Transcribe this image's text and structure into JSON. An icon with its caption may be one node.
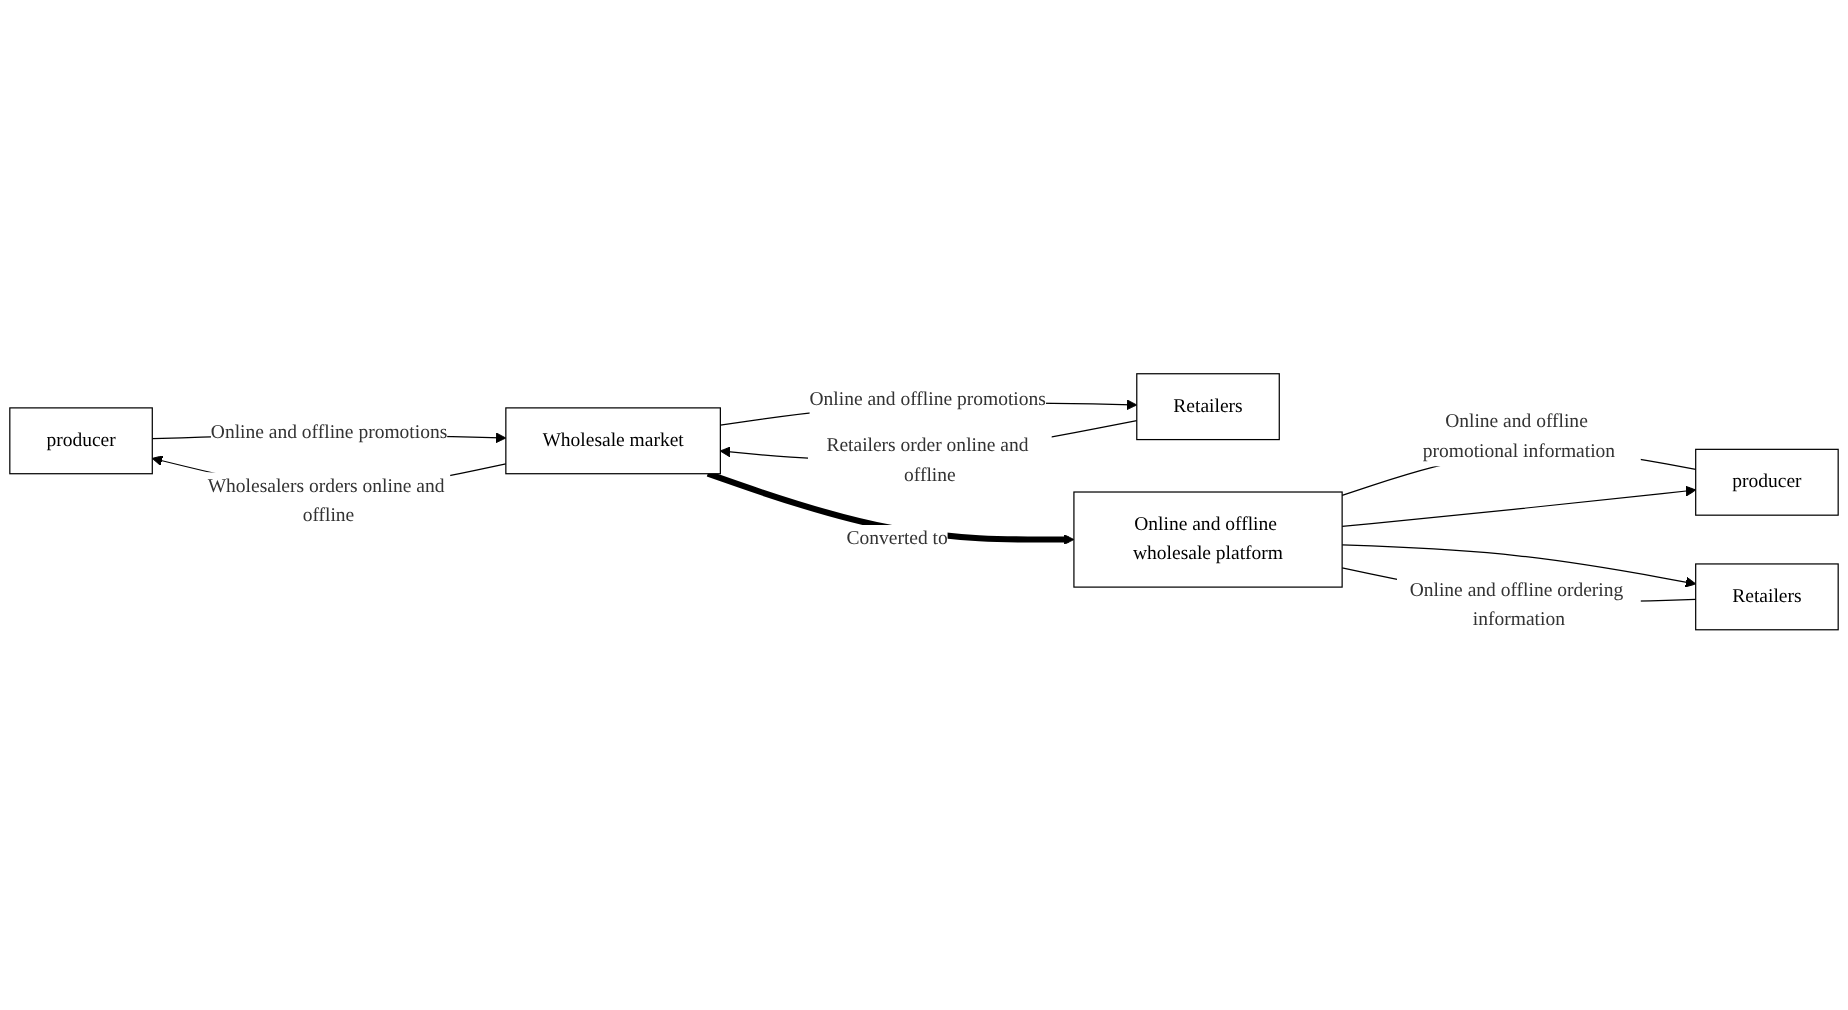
{
  "diagram": {
    "nodes": [
      {
        "text": [
          "producer"
        ]
      },
      {
        "text": [
          "Wholesale market"
        ]
      },
      {
        "text": [
          "Retailers"
        ]
      },
      {
        "text": [
          "producer"
        ]
      },
      {
        "text": [
          "Online and offline wholesale platform"
        ]
      },
      {
        "text": [
          "Retailers"
        ]
      }
    ],
    "edges": [
      {
        "from": 0,
        "to": 1,
        "arrow": "to",
        "label": "Online and offline promotions"
      },
      {
        "from": 1,
        "to": 0,
        "arrow": "to",
        "label": "Wholesalers orders online and offline"
      },
      {
        "from": 1,
        "to": 2,
        "arrow": "to",
        "label": "Online and offline promotions"
      },
      {
        "from": 2,
        "to": 1,
        "arrow": "to",
        "label": "Retailers order online and offline"
      },
      {
        "from": 1,
        "to": 4,
        "arrow": "to",
        "label": "Converted to",
        "style": "thick"
      },
      {
        "from": 4,
        "to": 3,
        "arrow": "none",
        "label": "Online and offline promotional information"
      },
      {
        "from": 4,
        "to": 3,
        "arrow": "to"
      },
      {
        "from": 4,
        "to": 5,
        "arrow": "to"
      },
      {
        "from": 4,
        "to": 5,
        "arrow": "none",
        "label": "Online and offline ordering information"
      }
    ]
  }
}
